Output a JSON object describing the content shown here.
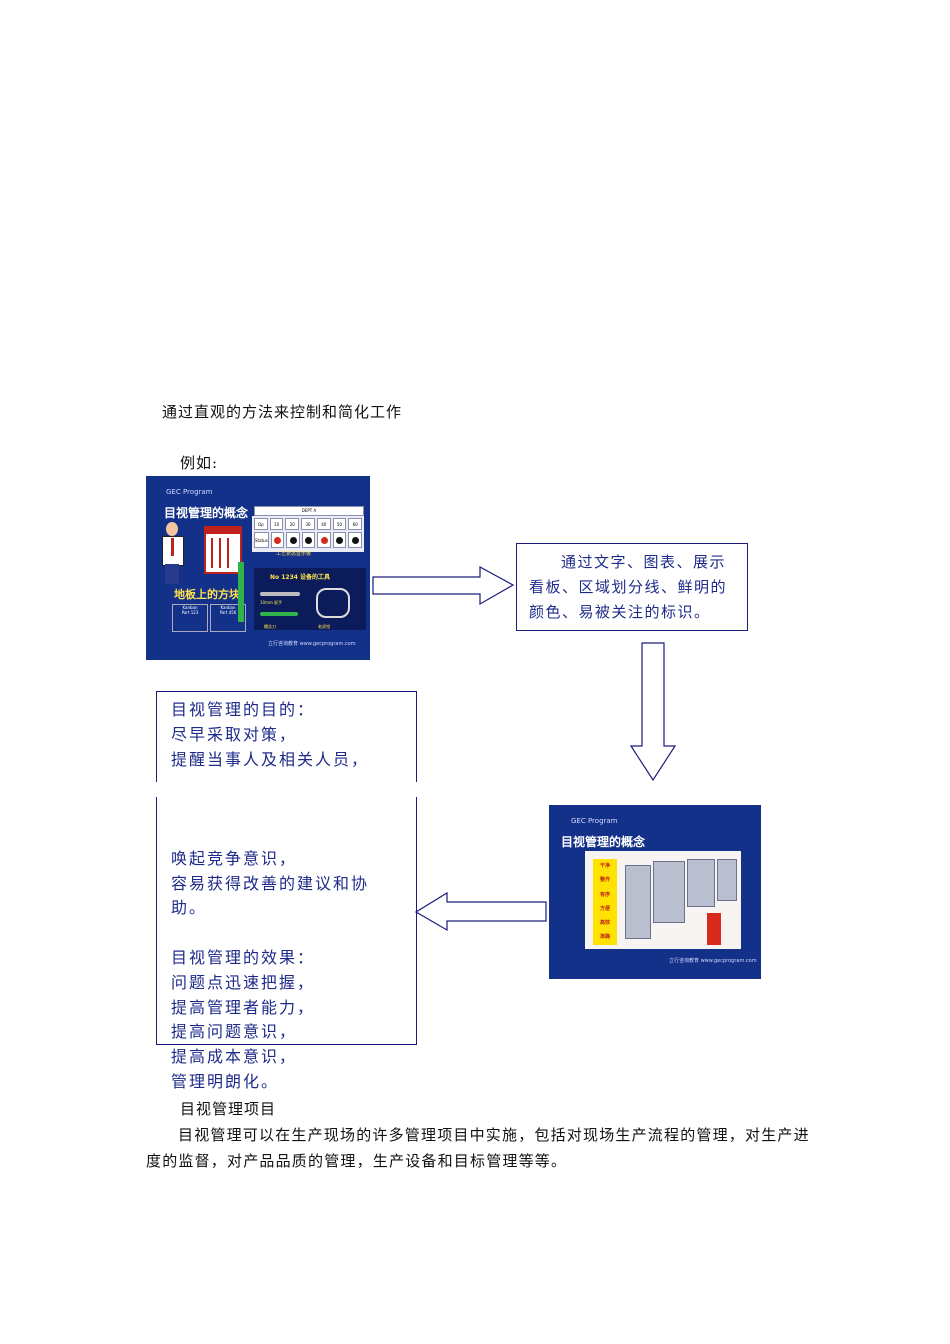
{
  "intro": "通过直观的方法来控制和简化工作",
  "example_label": "例如:",
  "slide1": {
    "brand": "GEC Program",
    "title": "目视管理的概念",
    "board_header": "DEPT A",
    "board_row_label_op": "Op",
    "board_row_label_status": "Status",
    "board_ops": [
      "10",
      "20",
      "30",
      "40",
      "50",
      "60"
    ],
    "board_caption": "工艺状态显示板",
    "floor_caption": "地板上的方块",
    "kanban1": "Kanban\nPart 123",
    "kanban2": "Kanban\nPart 456",
    "tools_header": "No 1234 设备的工具",
    "tool_label1": "10mm 扳手",
    "tool_label2": "螺丝刀",
    "tool_label3": "老虎钳",
    "footer": "立行咨询教育 www.gecprogram.com"
  },
  "box1_text": "通过文字、图表、展示看板、区域划分线、鲜明的颜色、易被关注的标识。",
  "slide2": {
    "brand": "GEC Program",
    "title": "目视管理的概念",
    "items": [
      "干净",
      "整齐",
      "有序",
      "方便",
      "高效",
      "准确"
    ],
    "footer": "立行咨询教育 www.gecprogram.com"
  },
  "box2_lines": [
    "目视管理的目的：",
    "尽早采取对策，",
    "提醒当事人及相关人员，",
    "",
    "",
    "",
    "唤起竞争意识，",
    "容易获得改善的建议和协",
    "助。",
    "",
    "目视管理的效果：",
    "问题点迅速把握，",
    "提高管理者能力，",
    "提高问题意识，",
    "提高成本意识，",
    "管理明朗化。"
  ],
  "section_title": "目视管理项目",
  "section_body": "目视管理可以在生产现场的许多管理项目中实施，包括对现场生产流程的管理，对生产进度的监督，对产品品质的管理，生产设备和目标管理等等。",
  "colors": {
    "slide_bg": "#14318a",
    "text_blue": "#1f2b8a",
    "accent_yellow": "#ffe14d",
    "accent_red": "#c0211c"
  }
}
